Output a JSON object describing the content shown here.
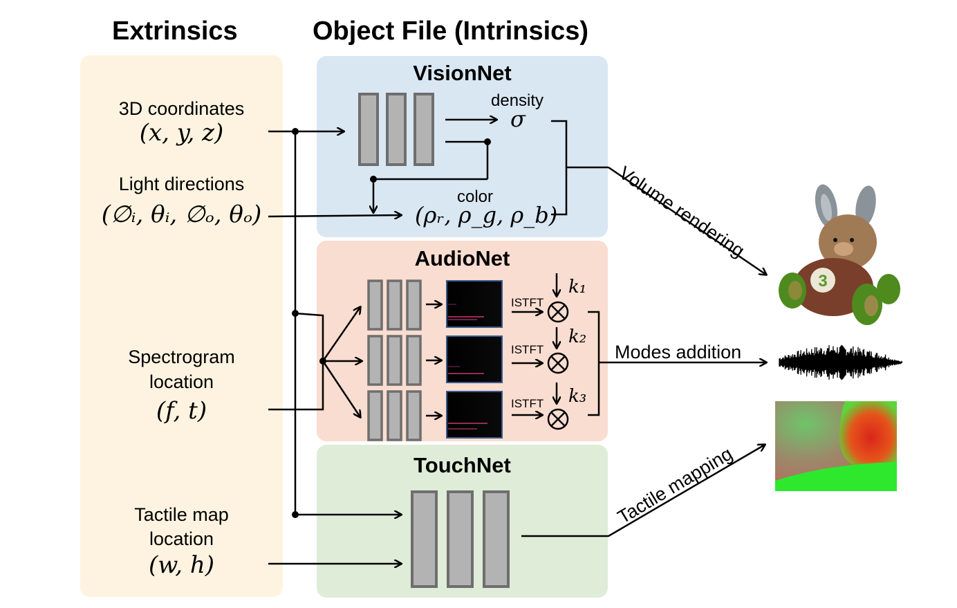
{
  "headers": {
    "extrinsics": "Extrinsics",
    "object_file": "Object File (Intrinsics)"
  },
  "inputs": {
    "coords_label": "3D coordinates",
    "coords_math": "(x, y, z)",
    "light_label": "Light directions",
    "light_math": "(∅ᵢ, θᵢ, ∅ₒ, θₒ)",
    "spec_label_1": "Spectrogram",
    "spec_label_2": "location",
    "spec_math": "(f, t)",
    "tactile_label_1": "Tactile map",
    "tactile_label_2": "location",
    "tactile_math": "(w, h)"
  },
  "vision": {
    "title": "VisionNet",
    "density_label": "density",
    "density_symbol": "σ",
    "color_label": "color",
    "color_math": "(ρᵣ, ρ_g, ρ_b)"
  },
  "audio": {
    "title": "AudioNet",
    "istft": "ISTFT",
    "k1": "k₁",
    "k2": "k₂",
    "k3": "k₃"
  },
  "touch": {
    "title": "TouchNet"
  },
  "outputs": {
    "volume_rendering": "Volume rendering",
    "modes_addition": "Modes addition",
    "tactile_mapping": "Tactile mapping"
  },
  "colors": {
    "extrinsics_bg": "#fdf3e0",
    "vision_bg": "#d9e7f3",
    "audio_bg": "#f9ddd0",
    "touch_bg": "#dfecd8",
    "layer_fill": "#b3b3b3",
    "layer_stroke": "#6e6e6e"
  },
  "icons": {
    "rabbit": "toy-rabbit-car-image",
    "waveform": "audio-waveform-image",
    "tactile": "tactile-map-image"
  }
}
